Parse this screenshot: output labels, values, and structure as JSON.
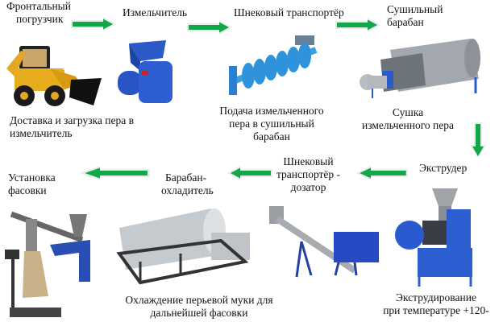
{
  "title": "Технологическая схема производства перьевой муки",
  "colors": {
    "arrow": "#12a84a",
    "arrow_halo": "#e8ece9",
    "machine_blue": "#2456c8",
    "machine_grey": "#a9aeb4"
  },
  "steps": [
    {
      "equipment": [
        "Фронтальный",
        "погрузчик"
      ],
      "caption": [
        "Доставка и загрузка  пера в",
        "измельчитель"
      ],
      "icon": "loader-icon"
    },
    {
      "equipment": [
        "Измельчитель"
      ],
      "caption": [],
      "icon": "grinder-icon"
    },
    {
      "equipment": [
        "Шнековый транспортёр"
      ],
      "caption": [
        "Подача измельченного",
        "пера в сушильный",
        "барабан"
      ],
      "icon": "screw-conveyor-icon"
    },
    {
      "equipment": [
        "Сушильный",
        "барабан"
      ],
      "caption": [
        "Сушка",
        "измельченного пера"
      ],
      "icon": "dryer-drum-icon"
    },
    {
      "equipment": [
        "Экструдер"
      ],
      "caption": [
        "Экструдирование",
        "при температуре +120-"
      ],
      "icon": "extruder-icon"
    },
    {
      "equipment": [
        "Шнековый",
        "транспортёр -",
        "дозатор"
      ],
      "caption": [],
      "icon": "screw-doser-icon"
    },
    {
      "equipment": [
        "Барабан-",
        "охладитель"
      ],
      "caption": [
        "Охлаждение перьевой муки для",
        "дальнейшей фасовки"
      ],
      "icon": "cooler-drum-icon"
    },
    {
      "equipment": [
        "Установка",
        "фасовки"
      ],
      "caption": [],
      "icon": "packing-unit-icon"
    }
  ]
}
